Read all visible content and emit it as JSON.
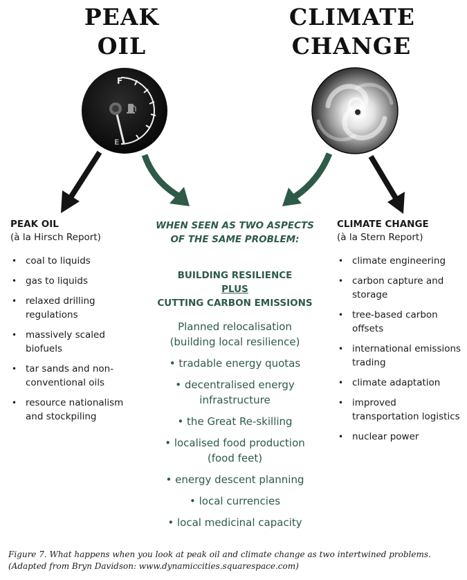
{
  "titles": {
    "left": [
      "PEAK",
      "OIL"
    ],
    "right": [
      "CLIMATE",
      "CHANGE"
    ]
  },
  "gauge": {
    "full_label": "F",
    "empty_label": "E"
  },
  "left_column": {
    "heading": "PEAK OIL",
    "subheading": "(à la Hirsch Report)",
    "items": [
      "coal to liquids",
      "gas to liquids",
      "relaxed drilling regulations",
      "massively scaled biofuels",
      "tar sands and non-conventional oils",
      "resource nationalism and stockpiling"
    ]
  },
  "center_column": {
    "intro": [
      "WHEN SEEN AS TWO ASPECTS",
      "OF THE SAME PROBLEM:"
    ],
    "key": [
      "BUILDING RESILIENCE",
      "PLUS",
      "CUTTING CARBON EMISSIONS"
    ],
    "items": [
      [
        "Planned relocalisation",
        "(building local resilience)"
      ],
      [
        "• tradable energy quotas"
      ],
      [
        "• decentralised energy",
        "infrastructure"
      ],
      [
        "• the Great Re-skilling"
      ],
      [
        "• localised food production",
        "(food feet)"
      ],
      [
        "• energy descent planning"
      ],
      [
        "• local currencies"
      ],
      [
        "• local medicinal capacity"
      ]
    ]
  },
  "right_column": {
    "heading": "CLIMATE CHANGE",
    "subheading": "(à la Stern Report)",
    "items": [
      "climate engineering",
      "carbon capture and storage",
      "tree-based carbon offsets",
      "international emissions trading",
      "climate adaptation",
      "improved transportation logistics",
      "nuclear power"
    ]
  },
  "caption": [
    "Figure 7. What happens when you look at peak oil and climate change as two intertwined problems.",
    "(Adapted from Bryn Davidson: www.dynamiccities.squarespace.com)"
  ],
  "colors": {
    "accent_green": "#2e5a48",
    "arrow_black": "#141414"
  }
}
